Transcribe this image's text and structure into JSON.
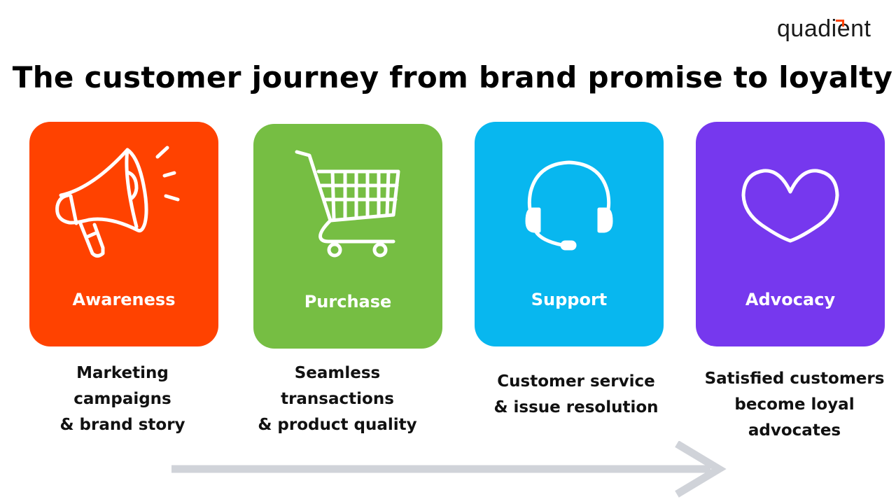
{
  "logo": {
    "text": "quadient",
    "accent": "#ff4200"
  },
  "title": "The customer journey from brand promise to loyalty",
  "stages": [
    {
      "label": "Awareness",
      "icon": "megaphone-icon",
      "color": "#ff4200",
      "desc": [
        "Marketing",
        "campaigns",
        "& brand story"
      ]
    },
    {
      "label": "Purchase",
      "icon": "shopping-cart-icon",
      "color": "#76be43",
      "desc": [
        "Seamless",
        "transactions",
        "& product quality"
      ]
    },
    {
      "label": "Support",
      "icon": "headset-icon",
      "color": "#08b7ef",
      "desc": [
        "Customer service",
        "& issue resolution"
      ]
    },
    {
      "label": "Advocacy",
      "icon": "heart-icon",
      "color": "#7638ee",
      "desc": [
        "Satisfied customers",
        "become loyal",
        "advocates"
      ]
    }
  ],
  "arrow_color": "#d0d3d9"
}
